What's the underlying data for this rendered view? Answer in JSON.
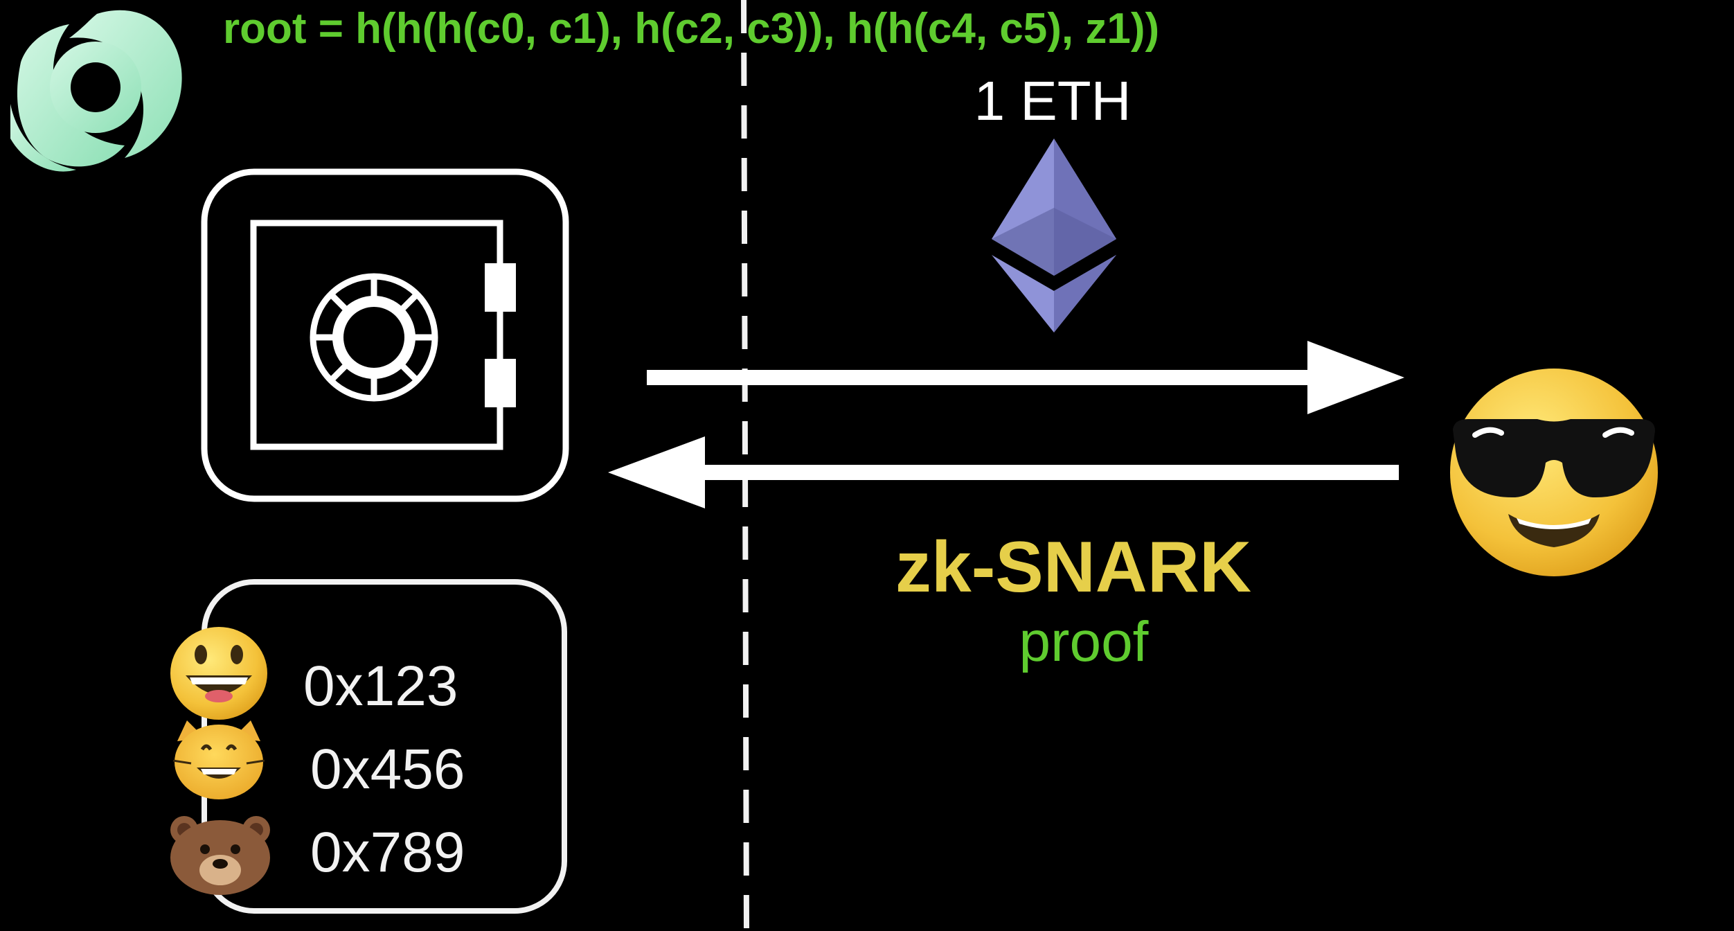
{
  "formula": {
    "text": "root = h(h(h(c0, c1), h(c2, c3)), h(h(c4, c5), z1))"
  },
  "eth": {
    "label": "1 ETH"
  },
  "proof": {
    "title": "zk-SNARK",
    "subtitle": "proof"
  },
  "deposits": [
    {
      "icon": "grinning-face-icon",
      "address": "0x123"
    },
    {
      "icon": "cat-face-icon",
      "address": "0x456"
    },
    {
      "icon": "bear-face-icon",
      "address": "0x789"
    }
  ],
  "colors": {
    "background": "#000000",
    "formula": "#5fcc2f",
    "zk_snark": "#e6cf4a",
    "proof": "#5fcc2f",
    "logo": "#a8ecc8",
    "eth_logo": "#8a8fd0",
    "emoji_yellow": "#f4c23a"
  }
}
